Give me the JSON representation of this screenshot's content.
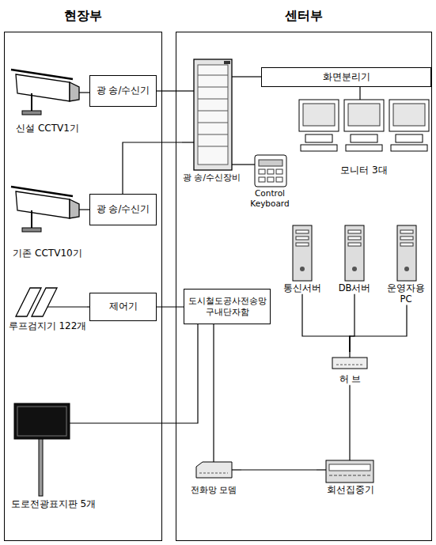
{
  "diagram": {
    "nodes": [
      {
        "text": [
          "현장부"
        ]
      },
      {
        "text": [
          "센터부"
        ]
      },
      {
        "text": [
          "신설 CCTV1기"
        ],
        "in": 0
      },
      {
        "text": [
          "광 송/수신기"
        ],
        "in": 0
      },
      {
        "text": [
          "광 송/수신장비"
        ],
        "in": 1
      },
      {
        "text": [
          "화면분리기"
        ],
        "in": 1
      },
      {
        "text": [
          "Control Keyboard"
        ],
        "in": 1
      },
      {
        "text": [
          "모니터 3대"
        ],
        "in": 1
      },
      {
        "text": [
          "기존 CCTV10기"
        ],
        "in": 0
      },
      {
        "text": [
          "광 송/수신기"
        ],
        "in": 0
      },
      {
        "text": [
          "루프검지기 122개"
        ],
        "in": 0
      },
      {
        "text": [
          "제어기"
        ],
        "in": 0
      },
      {
        "text": [
          "도시철도공사전송망 구내단자함"
        ],
        "in": 1
      },
      {
        "text": [
          "통신서버"
        ],
        "in": 1
      },
      {
        "text": [
          "DB서버"
        ],
        "in": 1
      },
      {
        "text": [
          "운영자용PC"
        ],
        "in": 1
      },
      {
        "text": [
          "도로전광표지판 5개"
        ],
        "in": 0
      },
      {
        "text": [
          "허 브"
        ],
        "in": 1
      },
      {
        "text": [
          "전화망 모뎀"
        ],
        "in": 1
      },
      {
        "text": [
          "회선집중기"
        ],
        "in": 1
      }
    ],
    "edges": [
      {
        "from": 2,
        "to": 3,
        "arrow": "none"
      },
      {
        "from": 3,
        "to": 4,
        "arrow": "none"
      },
      {
        "from": 4,
        "to": 5,
        "arrow": "none"
      },
      {
        "from": 5,
        "to": 7,
        "arrow": "none"
      },
      {
        "from": 4,
        "to": 6,
        "arrow": "none"
      },
      {
        "from": 8,
        "to": 9,
        "arrow": "none"
      },
      {
        "from": 9,
        "to": 4,
        "arrow": "none"
      },
      {
        "from": 10,
        "to": 11,
        "arrow": "none"
      },
      {
        "from": 11,
        "to": 12,
        "arrow": "none"
      },
      {
        "from": 16,
        "to": 12,
        "arrow": "none"
      },
      {
        "from": 12,
        "to": 18,
        "arrow": "none"
      },
      {
        "from": 18,
        "to": 19,
        "arrow": "none"
      },
      {
        "from": 19,
        "to": 17,
        "arrow": "none"
      },
      {
        "from": 13,
        "to": 17,
        "arrow": "none"
      },
      {
        "from": 14,
        "to": 17,
        "arrow": "none"
      },
      {
        "from": 15,
        "to": 17,
        "arrow": "none"
      }
    ]
  }
}
